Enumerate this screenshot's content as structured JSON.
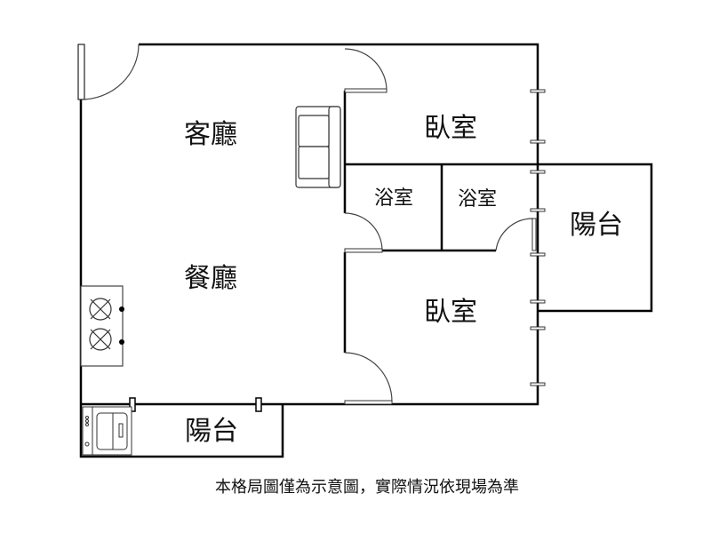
{
  "rooms": {
    "living_room": "客廳",
    "dining_room": "餐廳",
    "bedroom_1": "臥室",
    "bedroom_2": "臥室",
    "bathroom_1": "浴室",
    "bathroom_2": "浴室",
    "balcony_right": "陽台",
    "balcony_bottom": "陽台"
  },
  "caption": "本格局圖僅為示意圖，實際情況依現場為準",
  "colors": {
    "wall": "#000000",
    "background": "#ffffff"
  }
}
